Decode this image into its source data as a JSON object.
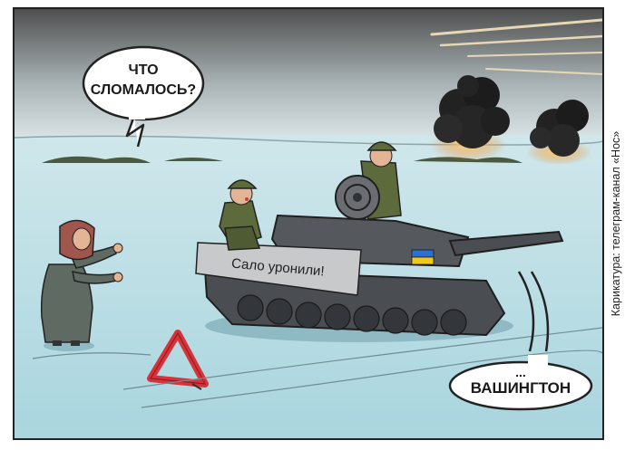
{
  "cartoon": {
    "speech_top": "ЧТО\nСЛОМАЛОСЬ?",
    "speech_top_lines": [
      "ЧТО",
      "СЛОМАЛОСЬ?"
    ],
    "tank_sign": "Сало уронили!",
    "speech_bottom_dots": "...",
    "speech_bottom": "ВАШИНГТОН"
  },
  "credit": "Карикатура: телеграм-канал «Нос»",
  "colors": {
    "sky_top": "#5a5a5a",
    "sky_bottom": "#d9e6e8",
    "snow": "#bfe0e6",
    "tank": "#4a4e52",
    "soldier_green": "#5d6b3c",
    "triangle_red": "#d8323a",
    "flag_blue": "#2a6fd1",
    "flag_yellow": "#f2c81c"
  }
}
